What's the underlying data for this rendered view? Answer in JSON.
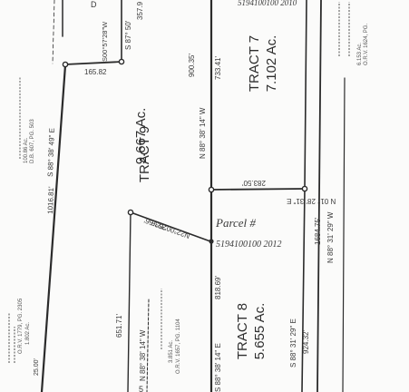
{
  "tracts": [
    {
      "name": "TRACT 9",
      "acres": "9.667 Ac."
    },
    {
      "name": "TRACT 7",
      "acres": "7.102 Ac."
    },
    {
      "name": "TRACT 8",
      "acres": "5.655 Ac."
    }
  ],
  "bearings": {
    "top_right_partial": "S 87° 50'",
    "top_right_partial_dist": "357.9",
    "corner_top": "S00°57'28\"W",
    "corner_dist": "165.82",
    "left_main": "S 88° 38' 49\" E",
    "left_main_dist": "1016.81'",
    "mid_upper": "N 88° 38' 14\" W",
    "mid_upper_dist": "900.35'",
    "tract7_left_dist": "733.41'",
    "tract7_bottom": "N 01° 28' 31\" E",
    "tract7_bottom_dist": "283.50'",
    "diag": "N22°00'32\"E",
    "diag_dist": "253.66'",
    "mid_lower": "S 88° 38' 14\" E",
    "mid_lower_dist": "818.69'",
    "far_right": "N 88° 31' 29\" W",
    "far_right_dist": "1684.75'",
    "tract8_right": "S 88° 31' 29\" E",
    "tract8_right_dist": "924.32'",
    "lower_left": "N 88° 38' 14\" W",
    "lower_left_dist": "651.71'"
  },
  "parcel": {
    "label": "Parcel #",
    "number": "5194100100 2012"
  },
  "top_parcel_number": "5194100100 2010",
  "deeds": {
    "left_upper": {
      "ac": "100.86 Ac.",
      "ref": "D.B. 607, PG. 503"
    },
    "left_lower": {
      "ac": "1.802 Ac.",
      "ref": "O.R.V. 1779, PG. 2305"
    },
    "center_lower": {
      "ac": "3.851 Ac.",
      "ref": "O.R.V. 1657, PG. 1104"
    },
    "right_upper": {
      "ac": "6.153 Ac.",
      "ref": "O.R.V. 1624, PG."
    }
  },
  "misc": {
    "bottom_left_dist": "25.00'",
    "top_left_letter": "D",
    "bottom_center_mark": "5"
  }
}
